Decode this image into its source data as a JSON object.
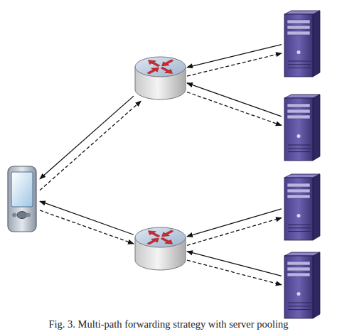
{
  "diagram": {
    "caption": "Fig. 3. Multi-path forwarding strategy with server pooling",
    "nodes": [
      {
        "text": []
      },
      {
        "text": []
      },
      {
        "text": []
      },
      {
        "text": []
      },
      {
        "text": []
      },
      {
        "text": []
      },
      {
        "text": []
      }
    ],
    "edges": [
      {
        "from": 1,
        "to": 0,
        "arrow": "to"
      },
      {
        "from": 0,
        "to": 1,
        "arrow": "to"
      },
      {
        "from": 2,
        "to": 0,
        "arrow": "to"
      },
      {
        "from": 0,
        "to": 2,
        "arrow": "to"
      },
      {
        "from": 3,
        "to": 1,
        "arrow": "to"
      },
      {
        "from": 1,
        "to": 3,
        "arrow": "to"
      },
      {
        "from": 4,
        "to": 1,
        "arrow": "to"
      },
      {
        "from": 1,
        "to": 4,
        "arrow": "to"
      },
      {
        "from": 5,
        "to": 2,
        "arrow": "to"
      },
      {
        "from": 2,
        "to": 5,
        "arrow": "to"
      },
      {
        "from": 6,
        "to": 2,
        "arrow": "to"
      },
      {
        "from": 2,
        "to": 6,
        "arrow": "to"
      }
    ]
  }
}
